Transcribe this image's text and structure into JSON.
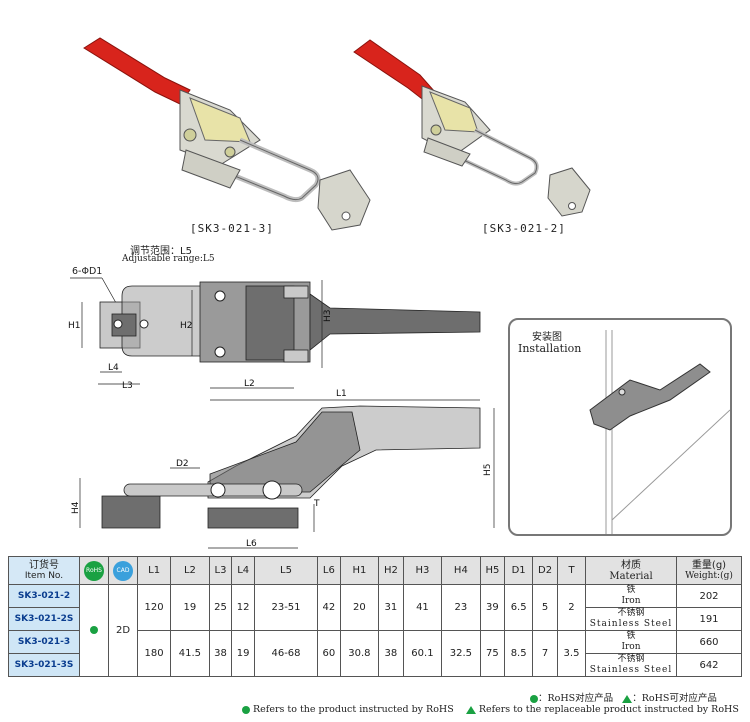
{
  "products": {
    "left_caption": "[SK3-021-3]",
    "right_caption": "[SK3-021-2]"
  },
  "drawing": {
    "adjust_cn": "调节范围：L5",
    "adjust_en": "Adjustable range:L5",
    "hole": "6-ΦD1",
    "install_cn": "安装图",
    "install_en": "Installation",
    "dims": [
      "H1",
      "H2",
      "H3",
      "L1",
      "L2",
      "L3",
      "L4",
      "D2",
      "H4",
      "H5",
      "L6",
      "T"
    ]
  },
  "table": {
    "headers": {
      "item_cn": "订货号",
      "item_en": "Item No.",
      "rohs": "RoHS",
      "cad": "CAD",
      "cols": [
        "L1",
        "L2",
        "L3",
        "L4",
        "L5",
        "L6",
        "H1",
        "H2",
        "H3",
        "H4",
        "H5",
        "D1",
        "D2",
        "T"
      ],
      "material_cn": "材质",
      "material_en": "Material",
      "weight_cn": "重量(g)",
      "weight_en": "Weight:(g)"
    },
    "rows": [
      {
        "item": "SK3-021-2",
        "material_cn": "铁",
        "material_en": "Iron",
        "weight": "202"
      },
      {
        "item": "SK3-021-2S",
        "material_cn": "不锈钢",
        "material_en": "Stainless Steel",
        "weight": "191"
      },
      {
        "item": "SK3-021-3",
        "material_cn": "铁",
        "material_en": "Iron",
        "weight": "660"
      },
      {
        "item": "SK3-021-3S",
        "material_cn": "不锈钢",
        "material_en": "Stainless Steel",
        "weight": "642"
      }
    ],
    "cad_value": "2D",
    "groups": [
      {
        "values": [
          "120",
          "19",
          "25",
          "12",
          "23-51",
          "42",
          "20",
          "31",
          "41",
          "23",
          "39",
          "6.5",
          "5",
          "2"
        ]
      },
      {
        "values": [
          "180",
          "41.5",
          "38",
          "19",
          "46-68",
          "60",
          "30.8",
          "38",
          "60.1",
          "32.5",
          "75",
          "8.5",
          "7",
          "3.5"
        ]
      }
    ]
  },
  "legend": {
    "cn1": "：RoHS对应产品",
    "cn2": "：RoHS可对应产品",
    "en1": "Refers to the product instructed by RoHS",
    "en2": "Refers to the replaceable product instructed by RoHS"
  },
  "colors": {
    "handle_red": "#d8241c",
    "rohs_green": "#1aa142",
    "item_blue": "#cfe6f6",
    "cad_blue": "#3aa0dc"
  }
}
